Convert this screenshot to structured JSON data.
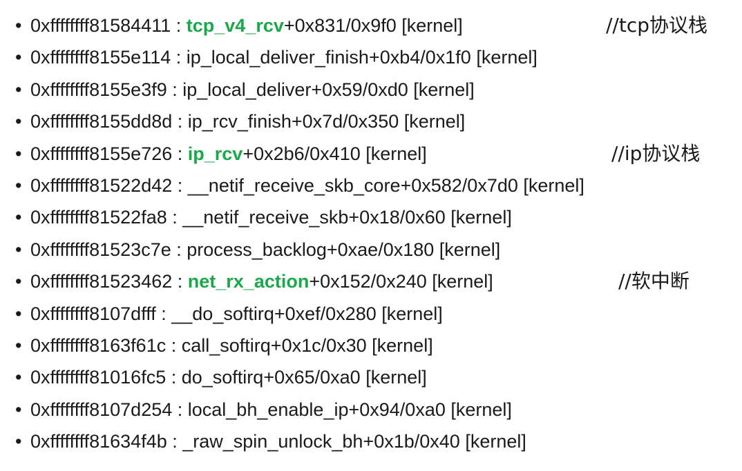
{
  "frames": [
    {
      "bullet": "•",
      "addr": "0xffffffff81584411",
      "sep": " : ",
      "fn": "tcp_v4_rcv",
      "off": "+0x831/0x9f0",
      "mod": " [kernel]",
      "highlight": true,
      "comment": "//tcp协议栈"
    },
    {
      "bullet": "•",
      "addr": "0xffffffff8155e114",
      "sep": " : ",
      "fn": "ip_local_deliver_finish",
      "off": "+0xb4/0x1f0",
      "mod": " [kernel]",
      "highlight": false,
      "comment": ""
    },
    {
      "bullet": "•",
      "addr": "0xffffffff8155e3f9",
      "sep": " : ",
      "fn": "ip_local_deliver",
      "off": "+0x59/0xd0",
      "mod": " [kernel]",
      "highlight": false,
      "comment": ""
    },
    {
      "bullet": "•",
      "addr": "0xffffffff8155dd8d",
      "sep": " : ",
      "fn": "ip_rcv_finish",
      "off": "+0x7d/0x350",
      "mod": " [kernel]",
      "highlight": false,
      "comment": ""
    },
    {
      "bullet": "•",
      "addr": "0xffffffff8155e726",
      "sep": " : ",
      "fn": "ip_rcv",
      "off": "+0x2b6/0x410",
      "mod": " [kernel]",
      "highlight": true,
      "comment": "//ip协议栈"
    },
    {
      "bullet": "•",
      "addr": "0xffffffff81522d42",
      "sep": " : ",
      "fn": "__netif_receive_skb_core",
      "off": "+0x582/0x7d0",
      "mod": " [kernel]",
      "highlight": false,
      "comment": ""
    },
    {
      "bullet": "•",
      "addr": "0xffffffff81522fa8",
      "sep": " : ",
      "fn": "__netif_receive_skb",
      "off": "+0x18/0x60",
      "mod": " [kernel]",
      "highlight": false,
      "comment": ""
    },
    {
      "bullet": "•",
      "addr": "0xffffffff81523c7e",
      "sep": " : ",
      "fn": "process_backlog",
      "off": "+0xae/0x180",
      "mod": " [kernel]",
      "highlight": false,
      "comment": ""
    },
    {
      "bullet": "•",
      "addr": "0xffffffff81523462",
      "sep": " : ",
      "fn": "net_rx_action",
      "off": "+0x152/0x240",
      "mod": " [kernel]",
      "highlight": true,
      "comment": "//软中断"
    },
    {
      "bullet": "•",
      "addr": "0xffffffff8107dfff",
      "sep": " : ",
      "fn": "__do_softirq",
      "off": "+0xef/0x280",
      "mod": " [kernel]",
      "highlight": false,
      "comment": ""
    },
    {
      "bullet": "•",
      "addr": "0xffffffff8163f61c",
      "sep": " : ",
      "fn": "call_softirq",
      "off": "+0x1c/0x30",
      "mod": " [kernel]",
      "highlight": false,
      "comment": ""
    },
    {
      "bullet": "•",
      "addr": "0xffffffff81016fc5",
      "sep": " : ",
      "fn": "do_softirq",
      "off": "+0x65/0xa0",
      "mod": " [kernel]",
      "highlight": false,
      "comment": ""
    },
    {
      "bullet": "•",
      "addr": "0xffffffff8107d254",
      "sep": " : ",
      "fn": "local_bh_enable_ip",
      "off": "+0x94/0xa0",
      "mod": " [kernel]",
      "highlight": false,
      "comment": ""
    },
    {
      "bullet": "•",
      "addr": "0xffffffff81634f4b",
      "sep": " : ",
      "fn": "_raw_spin_unlock_bh",
      "off": "+0x1b/0x40",
      "mod": " [kernel]",
      "highlight": false,
      "comment": ""
    }
  ],
  "colors": {
    "highlight": "#1aa84a",
    "text": "#1a1a1a",
    "background": "#ffffff"
  }
}
